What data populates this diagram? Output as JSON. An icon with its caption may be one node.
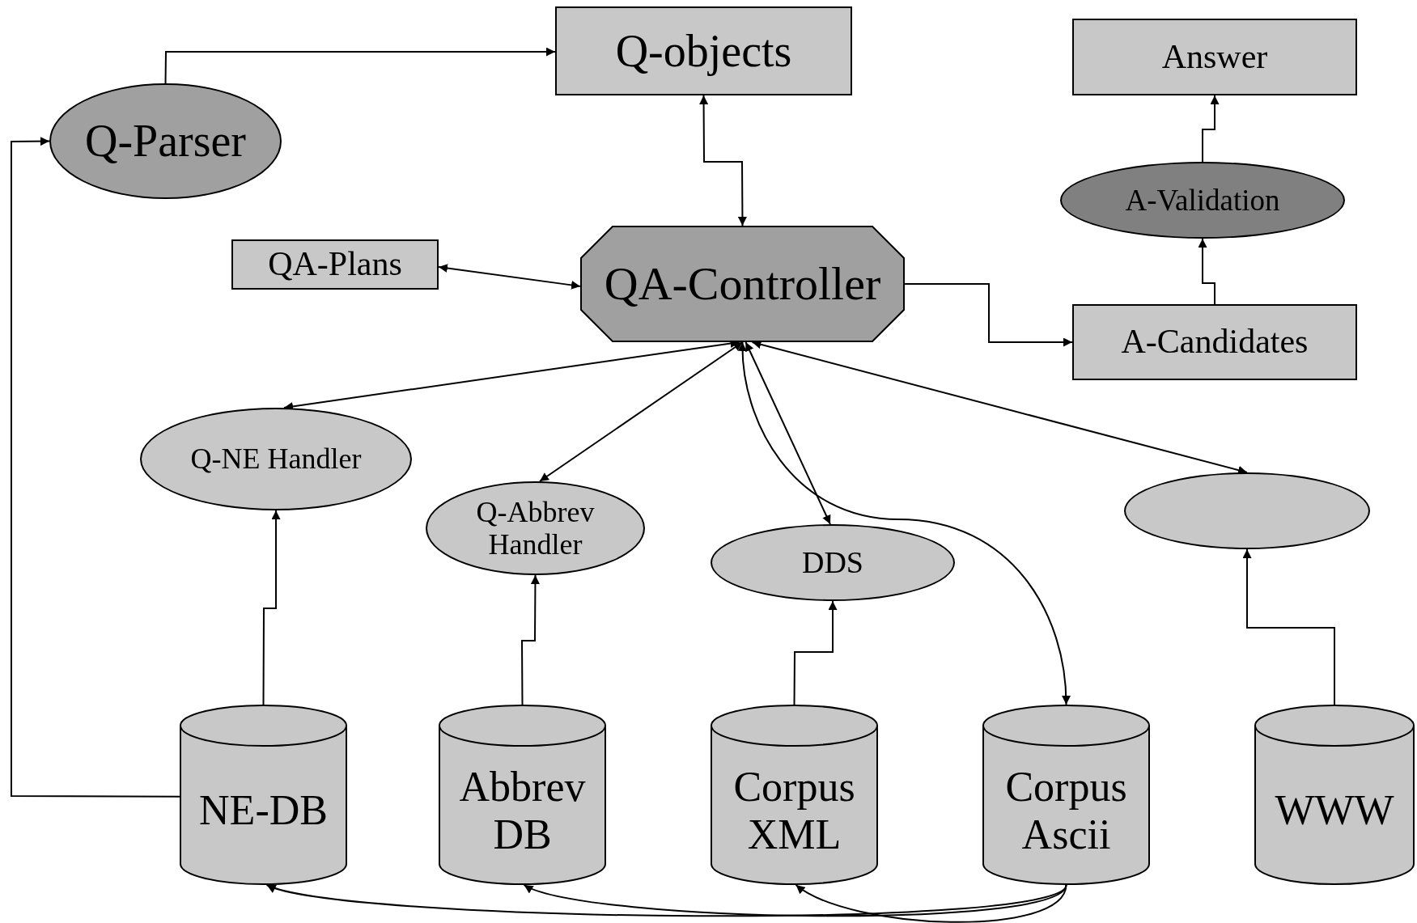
{
  "diagram": {
    "nodes": [
      {
        "text": [
          "Q-objects"
        ]
      },
      {
        "text": [
          "Answer"
        ]
      },
      {
        "text": [
          "Q-Parser"
        ]
      },
      {
        "text": [
          "A-Validation"
        ]
      },
      {
        "text": [
          "QA-Plans"
        ]
      },
      {
        "text": [
          "QA-Controller"
        ]
      },
      {
        "text": [
          "A-Candidates"
        ]
      },
      {
        "text": [
          "Q-NE Handler"
        ]
      },
      {
        "text": [
          "Q-Abbrev Handler"
        ]
      },
      {
        "text": [
          "DDS"
        ]
      },
      {
        "text": [],
        "shape": "circle"
      },
      {
        "text": [
          "NE-DB"
        ]
      },
      {
        "text": [
          "Abbrev DB"
        ]
      },
      {
        "text": [
          "Corpus XML"
        ]
      },
      {
        "text": [
          "Corpus Ascii"
        ]
      },
      {
        "text": [
          "WWW"
        ]
      }
    ],
    "edges": [
      {
        "from": 2,
        "to": 0,
        "arrow": "to"
      },
      {
        "from": 11,
        "to": 2,
        "arrow": "to"
      },
      {
        "from": 0,
        "to": 5,
        "arrow": "both"
      },
      {
        "from": 4,
        "to": 5,
        "arrow": "both"
      },
      {
        "from": 5,
        "to": 6,
        "arrow": "to"
      },
      {
        "from": 6,
        "to": 3,
        "arrow": "to"
      },
      {
        "from": 3,
        "to": 1,
        "arrow": "to"
      },
      {
        "from": 5,
        "to": 7,
        "arrow": "both"
      },
      {
        "from": 5,
        "to": 8,
        "arrow": "both"
      },
      {
        "from": 5,
        "to": 9,
        "arrow": "both"
      },
      {
        "from": 5,
        "to": 14,
        "arrow": "both"
      },
      {
        "from": 5,
        "to": 10,
        "arrow": "both"
      },
      {
        "from": 11,
        "to": 7,
        "arrow": "to"
      },
      {
        "from": 12,
        "to": 8,
        "arrow": "to"
      },
      {
        "from": 13,
        "to": 9,
        "arrow": "to"
      },
      {
        "from": 15,
        "to": 10,
        "arrow": "to"
      },
      {
        "from": 14,
        "to": 11,
        "arrow": "to"
      },
      {
        "from": 14,
        "to": 12,
        "arrow": "to"
      },
      {
        "from": 14,
        "to": 13,
        "arrow": "to"
      }
    ]
  }
}
